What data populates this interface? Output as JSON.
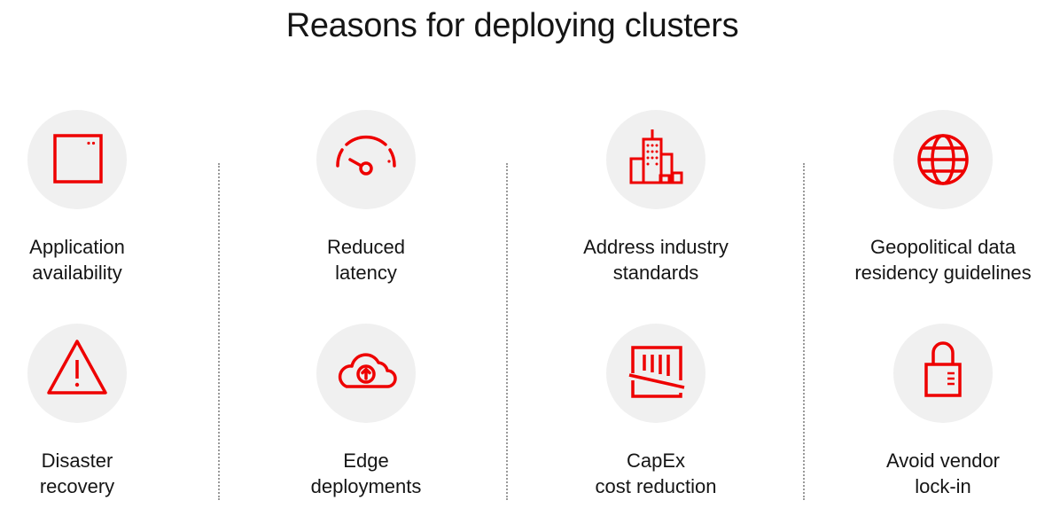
{
  "title": "Reasons for deploying clusters",
  "accent_color": "#ee0000",
  "items": [
    {
      "icon": "window-icon",
      "line1": "Application",
      "line2": "availability"
    },
    {
      "icon": "gauge-icon",
      "line1": "Reduced",
      "line2": "latency"
    },
    {
      "icon": "buildings-icon",
      "line1": "Address industry",
      "line2": "standards"
    },
    {
      "icon": "globe-icon",
      "line1": "Geopolitical data",
      "line2": "residency guidelines"
    },
    {
      "icon": "warning-icon",
      "line1": "Disaster",
      "line2": "recovery"
    },
    {
      "icon": "cloud-upload-icon",
      "line1": "Edge",
      "line2": "deployments"
    },
    {
      "icon": "cost-reduction-icon",
      "line1": "CapEx",
      "line2": "cost reduction"
    },
    {
      "icon": "lock-icon",
      "line1": "Avoid vendor",
      "line2": "lock-in"
    }
  ]
}
